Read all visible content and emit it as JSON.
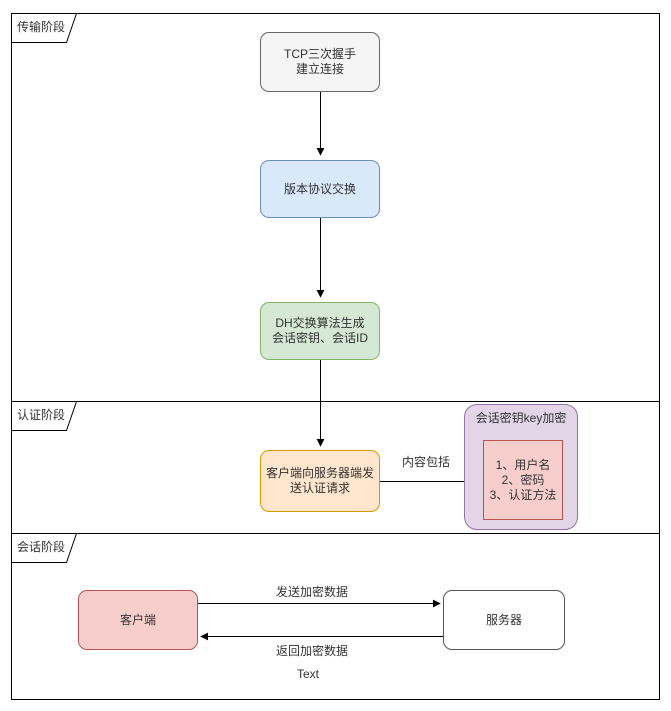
{
  "diagram": {
    "lanes": [
      {
        "id": "transport",
        "label": "传输阶段"
      },
      {
        "id": "authentication",
        "label": "认证阶段"
      },
      {
        "id": "session",
        "label": "会话阶段"
      }
    ],
    "nodes": {
      "tcp": {
        "text": "TCP三次握手\n建立连接",
        "fill": "#f5f5f5",
        "stroke": "#666666"
      },
      "version": {
        "text": "版本协议交换",
        "fill": "#dae8fc",
        "stroke": "#6c8ebf"
      },
      "dh": {
        "text": "DH交换算法生成\n会话密钥、会话ID",
        "fill": "#d5e8d4",
        "stroke": "#82b366"
      },
      "auth_request": {
        "text": "客户端向服务器端发\n送认证请求",
        "fill": "#ffe6cc",
        "stroke": "#d79b00"
      },
      "key_encrypt": {
        "title": "会话密钥key加密",
        "fill": "#e1d5e7",
        "stroke": "#9673a6"
      },
      "auth_content": {
        "text": "1、用户名\n2、密码\n3、认证方法",
        "fill": "#f8cecc",
        "stroke": "#b85450"
      },
      "client": {
        "text": "客户端",
        "fill": "#f8cecc",
        "stroke": "#b85450"
      },
      "server": {
        "text": "服务器",
        "fill": "#ffffff",
        "stroke": "#555555"
      }
    },
    "edges": {
      "content_includes_label": "内容包括",
      "send_encrypted_label": "发送加密数据",
      "return_encrypted_label": "返回加密数据"
    },
    "floating_text": "Text",
    "colors": {
      "line": "#000000",
      "lane_border": "#000000",
      "text": "#333333"
    }
  }
}
